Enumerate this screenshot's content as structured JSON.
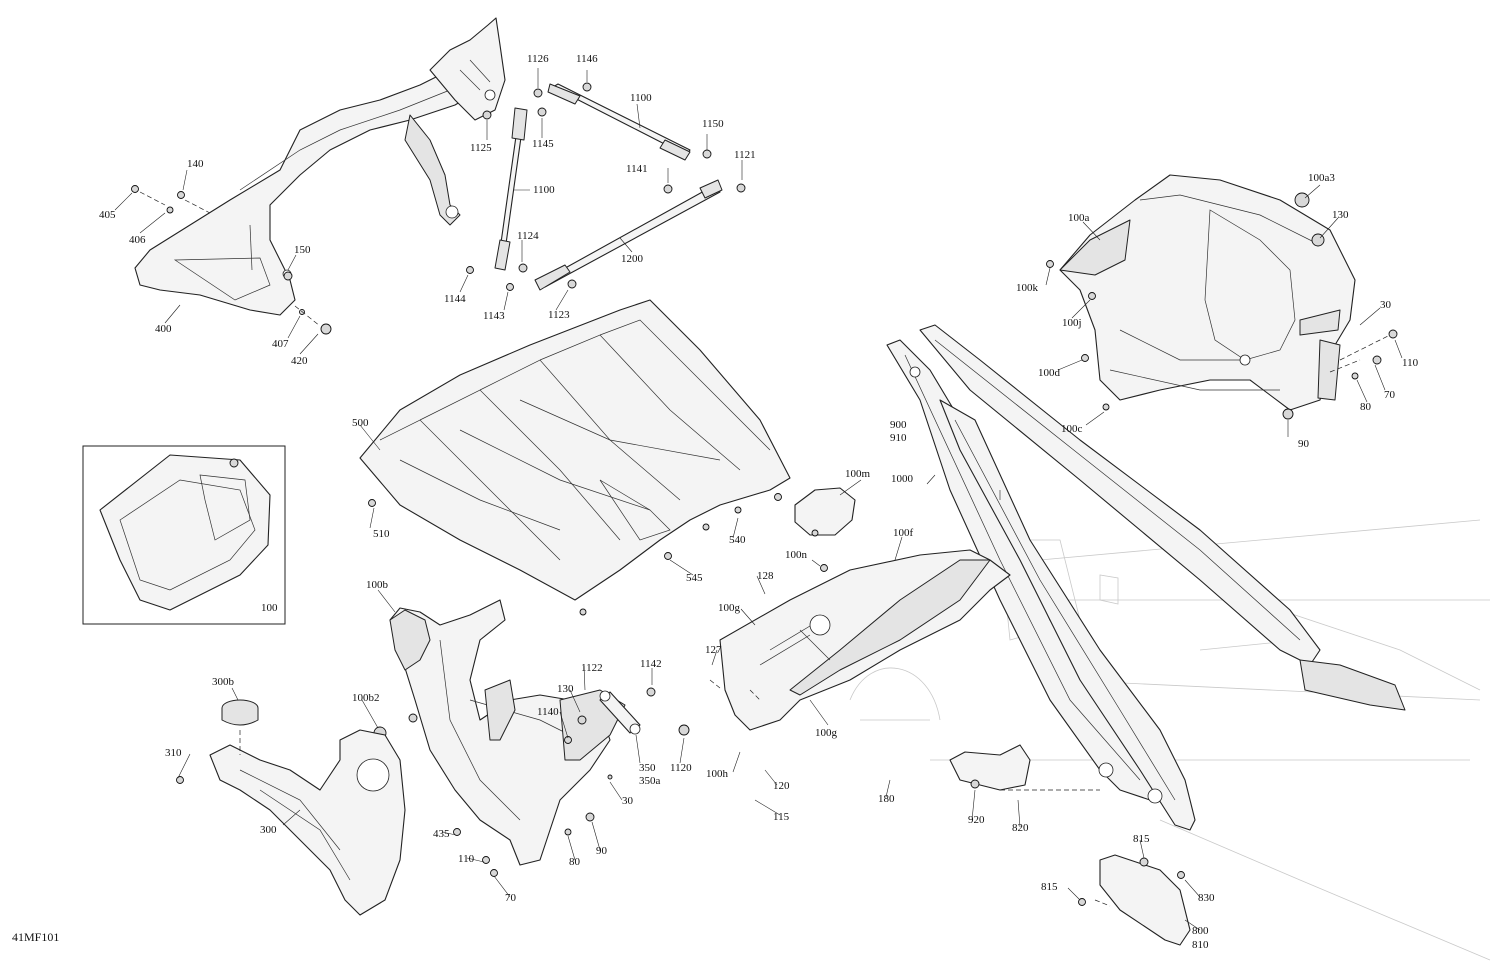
{
  "figure_code": "41MF101",
  "labels": [
    {
      "id": "l1126",
      "text": "1126"
    },
    {
      "id": "l1146",
      "text": "1146"
    },
    {
      "id": "l1100a",
      "text": "1100"
    },
    {
      "id": "l1150",
      "text": "1150"
    },
    {
      "id": "l1125",
      "text": "1125"
    },
    {
      "id": "l1145",
      "text": "1145"
    },
    {
      "id": "l1121",
      "text": "1121"
    },
    {
      "id": "l1141",
      "text": "1141"
    },
    {
      "id": "l1100b",
      "text": "1100"
    },
    {
      "id": "l140",
      "text": "140"
    },
    {
      "id": "l405",
      "text": "405"
    },
    {
      "id": "l406",
      "text": "406"
    },
    {
      "id": "l1124",
      "text": "1124"
    },
    {
      "id": "l150",
      "text": "150"
    },
    {
      "id": "l1200",
      "text": "1200"
    },
    {
      "id": "l1144",
      "text": "1144"
    },
    {
      "id": "l1143",
      "text": "1143"
    },
    {
      "id": "l1123",
      "text": "1123"
    },
    {
      "id": "l400",
      "text": "400"
    },
    {
      "id": "l407",
      "text": "407"
    },
    {
      "id": "l420",
      "text": "420"
    },
    {
      "id": "l100a3",
      "text": "100a3"
    },
    {
      "id": "l100a",
      "text": "100a"
    },
    {
      "id": "l130a",
      "text": "130"
    },
    {
      "id": "l100k",
      "text": "100k"
    },
    {
      "id": "l100j",
      "text": "100j"
    },
    {
      "id": "l30a",
      "text": "30"
    },
    {
      "id": "l110a",
      "text": "110"
    },
    {
      "id": "l100d",
      "text": "100d"
    },
    {
      "id": "l70a",
      "text": "70"
    },
    {
      "id": "l80a",
      "text": "80"
    },
    {
      "id": "l100c",
      "text": "100c"
    },
    {
      "id": "l90a",
      "text": "90"
    },
    {
      "id": "l900",
      "text": "900"
    },
    {
      "id": "l910",
      "text": "910"
    },
    {
      "id": "l500",
      "text": "500"
    },
    {
      "id": "l100m",
      "text": "100m"
    },
    {
      "id": "l1000",
      "text": "1000"
    },
    {
      "id": "l510",
      "text": "510"
    },
    {
      "id": "l540",
      "text": "540"
    },
    {
      "id": "l100n",
      "text": "100n"
    },
    {
      "id": "l100f",
      "text": "100f"
    },
    {
      "id": "l545",
      "text": "545"
    },
    {
      "id": "l128",
      "text": "128"
    },
    {
      "id": "l100box",
      "text": "100"
    },
    {
      "id": "l100b",
      "text": "100b"
    },
    {
      "id": "l100g1",
      "text": "100g"
    },
    {
      "id": "l1122",
      "text": "1122"
    },
    {
      "id": "l1142",
      "text": "1142"
    },
    {
      "id": "l127",
      "text": "127"
    },
    {
      "id": "l300b",
      "text": "300b"
    },
    {
      "id": "l130b",
      "text": "130"
    },
    {
      "id": "l100b2",
      "text": "100b2"
    },
    {
      "id": "l1140",
      "text": "1140"
    },
    {
      "id": "l100g2",
      "text": "100g"
    },
    {
      "id": "l1120",
      "text": "1120"
    },
    {
      "id": "l350",
      "text": "350"
    },
    {
      "id": "l350a",
      "text": "350a"
    },
    {
      "id": "l310",
      "text": "310"
    },
    {
      "id": "l30b",
      "text": "30"
    },
    {
      "id": "l100h",
      "text": "100h"
    },
    {
      "id": "l120",
      "text": "120"
    },
    {
      "id": "l180",
      "text": "180"
    },
    {
      "id": "l300",
      "text": "300"
    },
    {
      "id": "l115",
      "text": "115"
    },
    {
      "id": "l920",
      "text": "920"
    },
    {
      "id": "l820",
      "text": "820"
    },
    {
      "id": "l435",
      "text": "435"
    },
    {
      "id": "l90b",
      "text": "90"
    },
    {
      "id": "l110b",
      "text": "110"
    },
    {
      "id": "l80b",
      "text": "80"
    },
    {
      "id": "l815a",
      "text": "815"
    },
    {
      "id": "l830",
      "text": "830"
    },
    {
      "id": "l70b",
      "text": "70"
    },
    {
      "id": "l815b",
      "text": "815"
    },
    {
      "id": "l800",
      "text": "800"
    },
    {
      "id": "l810",
      "text": "810"
    }
  ]
}
